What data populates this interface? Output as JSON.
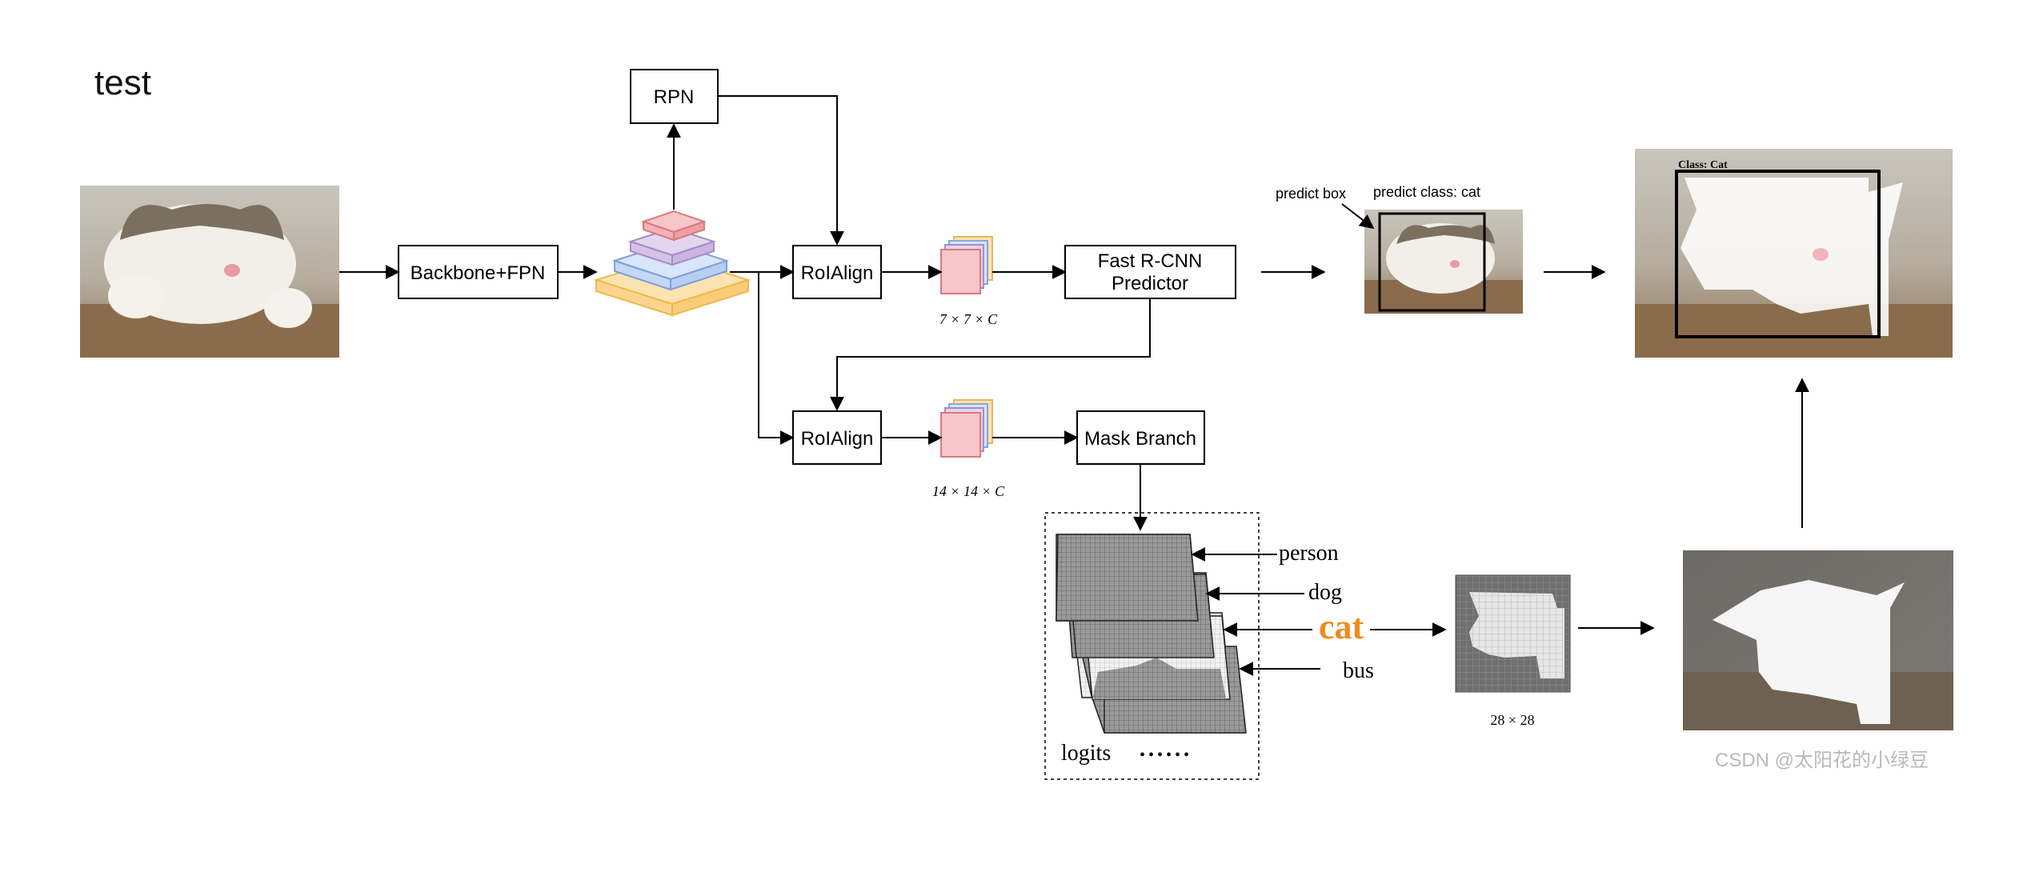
{
  "title": "test",
  "nodes": {
    "backbone": "Backbone+FPN",
    "rpn": "RPN",
    "roialign_top": "RoIAlign",
    "roialign_bottom": "RoIAlign",
    "fast_rcnn_line1": "Fast R-CNN",
    "fast_rcnn_line2": "Predictor",
    "mask_branch": "Mask Branch"
  },
  "dims": {
    "top_feature": "7 × 7 × C",
    "bottom_feature": "14 × 14 × C",
    "mask_size": "28 × 28"
  },
  "prediction": {
    "box_label": "predict box",
    "class_label": "predict class: cat",
    "result_class": "Class: Cat"
  },
  "mask_classes": {
    "person": "person",
    "dog": "dog",
    "cat": "cat",
    "bus": "bus",
    "logits": "logits",
    "ellipsis": "••••••"
  },
  "watermark": "CSDN @太阳花的小绿豆",
  "colors": {
    "cat_highlight": "#f08a1c",
    "fpn_red": "#f8c6c8",
    "fpn_purple": "#e2d5ee",
    "fpn_blue": "#d8e5fb",
    "fpn_yellow": "#fde3b0"
  }
}
